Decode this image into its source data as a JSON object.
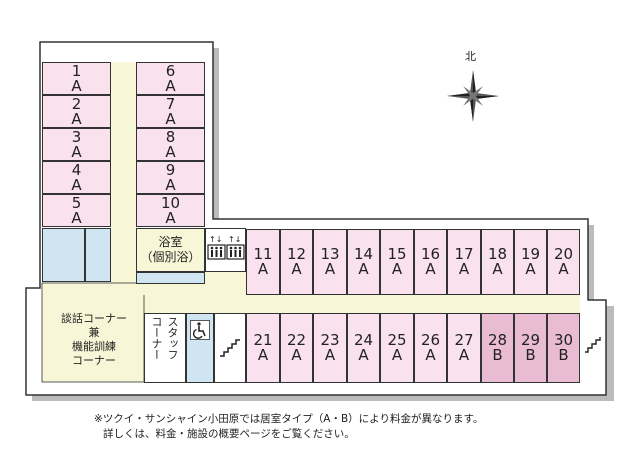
{
  "compass": {
    "north_label": "北"
  },
  "rooms_left": [
    {
      "num": "1",
      "type": "A"
    },
    {
      "num": "2",
      "type": "A"
    },
    {
      "num": "3",
      "type": "A"
    },
    {
      "num": "4",
      "type": "A"
    },
    {
      "num": "5",
      "type": "A"
    }
  ],
  "rooms_mid": [
    {
      "num": "6",
      "type": "A"
    },
    {
      "num": "7",
      "type": "A"
    },
    {
      "num": "8",
      "type": "A"
    },
    {
      "num": "9",
      "type": "A"
    },
    {
      "num": "10",
      "type": "A"
    }
  ],
  "rooms_upper": [
    {
      "num": "11",
      "type": "A"
    },
    {
      "num": "12",
      "type": "A"
    },
    {
      "num": "13",
      "type": "A"
    },
    {
      "num": "14",
      "type": "A"
    },
    {
      "num": "15",
      "type": "A"
    },
    {
      "num": "16",
      "type": "A"
    },
    {
      "num": "17",
      "type": "A"
    },
    {
      "num": "18",
      "type": "A"
    },
    {
      "num": "19",
      "type": "A"
    },
    {
      "num": "20",
      "type": "A"
    }
  ],
  "rooms_lower": [
    {
      "num": "21",
      "type": "A"
    },
    {
      "num": "22",
      "type": "A"
    },
    {
      "num": "23",
      "type": "A"
    },
    {
      "num": "24",
      "type": "A"
    },
    {
      "num": "25",
      "type": "A"
    },
    {
      "num": "26",
      "type": "A"
    },
    {
      "num": "27",
      "type": "A"
    },
    {
      "num": "28",
      "type": "B"
    },
    {
      "num": "29",
      "type": "B"
    },
    {
      "num": "30",
      "type": "B"
    }
  ],
  "bath": {
    "line1": "浴室",
    "line2": "（個別浴）"
  },
  "lounge": {
    "line1": "談話コーナー",
    "line2": "兼",
    "line3": "機能訓練",
    "line4": "コーナー"
  },
  "staff": {
    "col1": "スタッフ",
    "col2": "コーナー"
  },
  "footnote": {
    "line1": "※ツクイ・サンシャイン小田原では居室タイプ（A・B）により料金が異なります。",
    "line2": "詳しくは、料金・施設の概要ページをご覧ください。"
  },
  "colors": {
    "room_a": "#f9e1ee",
    "room_b": "#e9bcd4",
    "corridor": "#f7f6d6",
    "service": "#cfe6f2"
  }
}
